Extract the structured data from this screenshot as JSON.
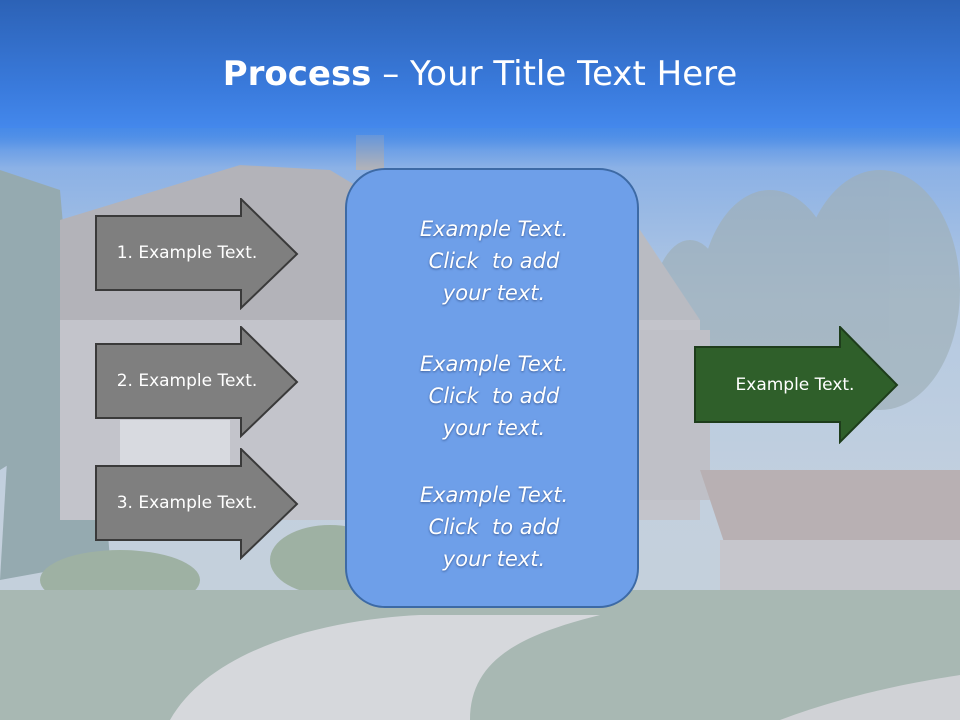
{
  "slide": {
    "title_bold": "Process",
    "title_rest": " – Your Title Text Here"
  },
  "left_arrows": [
    {
      "label": "1. Example Text."
    },
    {
      "label": "2. Example Text."
    },
    {
      "label": "3. Example Text."
    }
  ],
  "center_panel": {
    "blocks": [
      {
        "line1": "Example Text.",
        "line2": "Click  to add",
        "line3": "your text."
      },
      {
        "line1": "Example Text.",
        "line2": "Click  to add",
        "line3": "your text."
      },
      {
        "line1": "Example Text.",
        "line2": "Click  to add",
        "line3": "your text."
      }
    ]
  },
  "right_arrow": {
    "label": "Example Text."
  },
  "colors": {
    "left_arrow_fill": "#7f7f7f",
    "right_arrow_fill": "#2f5f2a",
    "panel_fill": "#6e9fe9",
    "title_band": "#3a7bdd"
  }
}
